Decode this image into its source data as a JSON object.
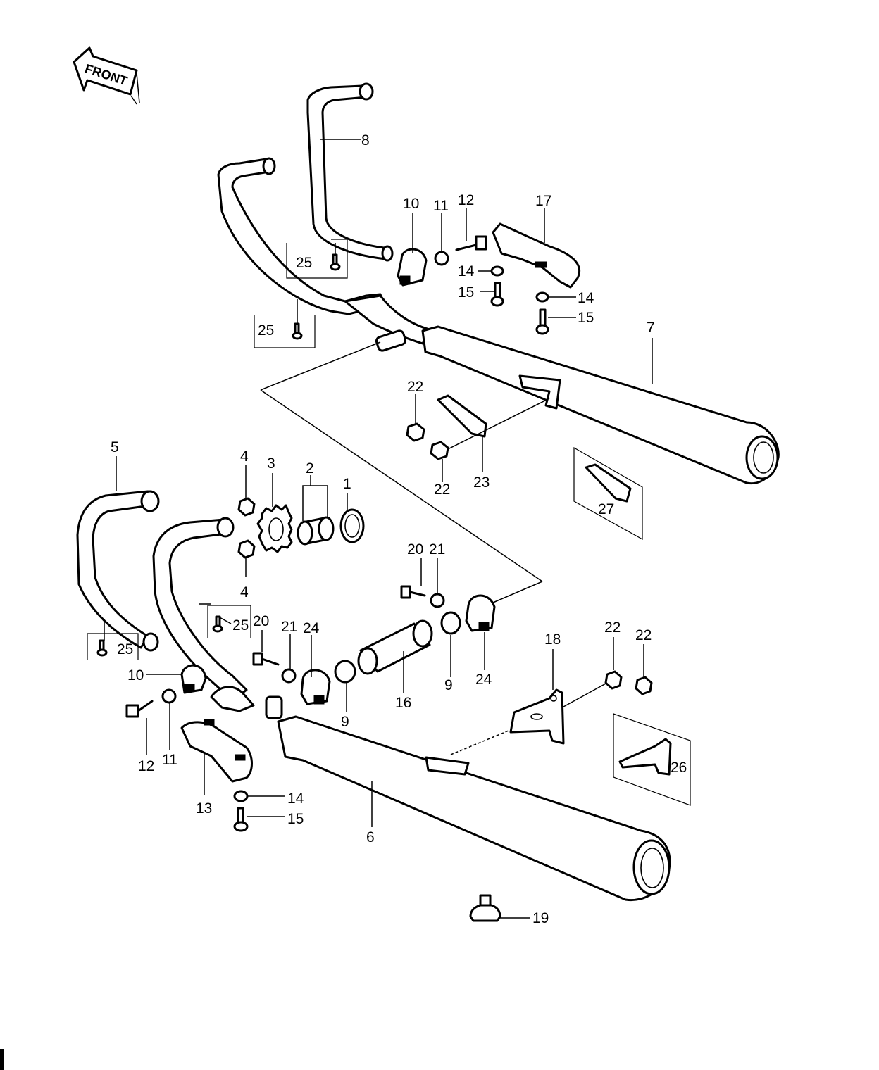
{
  "front_arrow_label": "FRONT",
  "callouts": {
    "c1": "1",
    "c2": "2",
    "c3": "3",
    "c4a": "4",
    "c4b": "4",
    "c5": "5",
    "c6": "6",
    "c7": "7",
    "c8": "8",
    "c9a": "9",
    "c9b": "9",
    "c10a": "10",
    "c10b": "10",
    "c11a": "11",
    "c11b": "11",
    "c12a": "12",
    "c12b": "12",
    "c13": "13",
    "c14a": "14",
    "c14b": "14",
    "c14c": "14",
    "c15a": "15",
    "c15b": "15",
    "c15c": "15",
    "c16": "16",
    "c17": "17",
    "c18": "18",
    "c19": "19",
    "c20a": "20",
    "c20b": "20",
    "c21a": "21",
    "c21b": "21",
    "c22a": "22",
    "c22b": "22",
    "c22c": "22",
    "c22d": "22",
    "c23": "23",
    "c24a": "24",
    "c24b": "24",
    "c25a": "25",
    "c25b": "25",
    "c25c": "25",
    "c25d": "25",
    "c26": "26",
    "c27": "27"
  }
}
